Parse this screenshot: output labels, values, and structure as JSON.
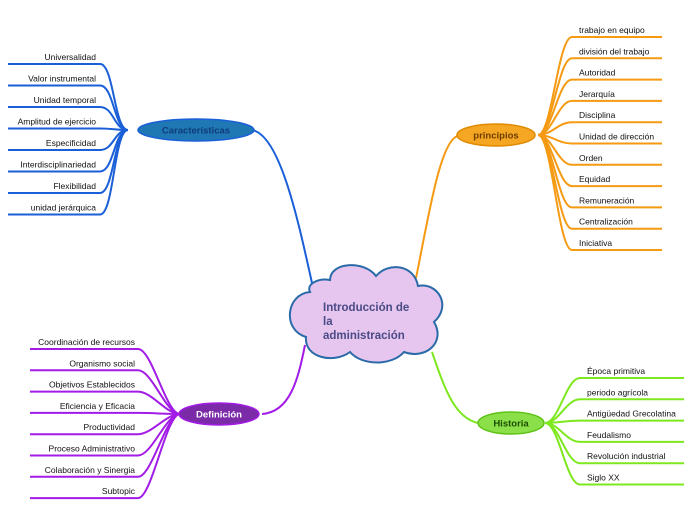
{
  "central": {
    "lines": [
      "Introducción de",
      "la",
      "administración"
    ],
    "fill": "#e6c6ee",
    "stroke": "#2a6aa8"
  },
  "branches": {
    "caracteristicas": {
      "label": "Características",
      "color": "#1a5fd8",
      "node_fill": "#1f78b4",
      "text_color": "#0f3b7a",
      "items": [
        "Universalidad",
        "Valor instrumental",
        "Unidad temporal",
        "Amplitud de ejercicio",
        "Especificidad",
        "Interdisciplinariedad",
        "Flexibilidad",
        "unidad jerárquica"
      ]
    },
    "principios": {
      "label": "principios",
      "color": "#f59a12",
      "node_fill": "#f5a623",
      "text_color": "#6b3d00",
      "items": [
        "trabajo en equipo",
        "división del trabajo",
        "Autoridad",
        "Jerarquía",
        "Disciplina",
        "Unidad de dirección",
        "Orden",
        "Equidad",
        "Remuneración",
        "Centralización",
        "Iniciativa"
      ]
    },
    "definicion": {
      "label": "Definición",
      "color": "#a21be6",
      "node_fill": "#7b2aa8",
      "text_color": "#ffffff",
      "items": [
        "Coordinación de recursos",
        "Organismo social",
        "Objetivos Establecidos",
        "Eficiencia y Eficacia",
        "Productividad",
        "Proceso Administrativo",
        "Colaboración y Sinergia",
        "Subtopic"
      ]
    },
    "historia": {
      "label": "Historia",
      "color": "#7ee81e",
      "node_fill": "#8be04a",
      "text_color": "#1d4d00",
      "items": [
        "Época primitiva",
        "periodo agrícola",
        "Antigüedad Grecolatina",
        "Feudalismo",
        "Revolución industrial",
        "Siglo XX"
      ]
    }
  }
}
